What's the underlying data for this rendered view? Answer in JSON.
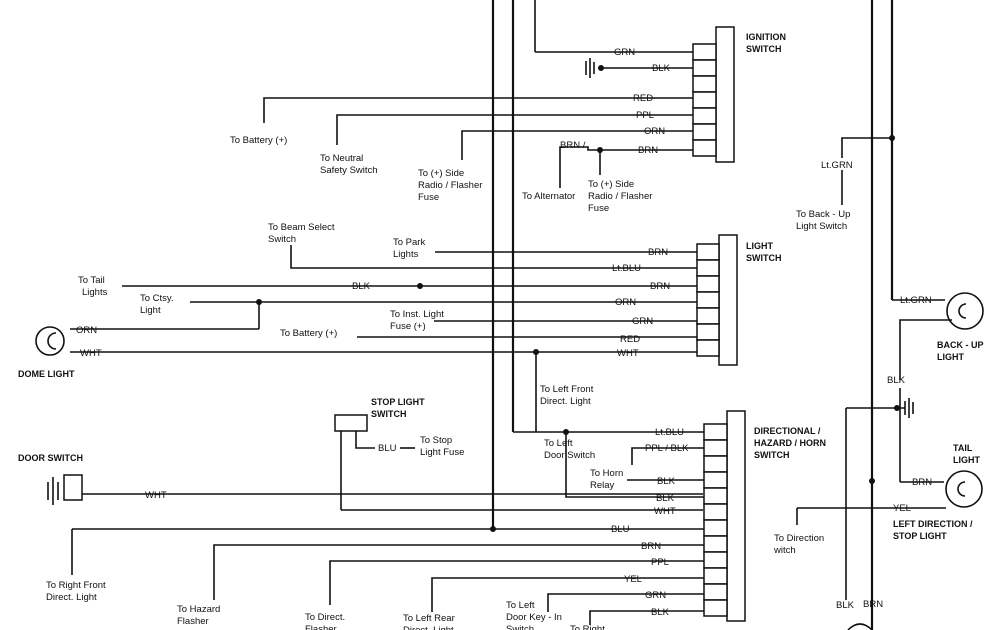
{
  "components": {
    "ignition_switch": "IGNITION\nSWITCH",
    "light_switch": "LIGHT\nSWITCH",
    "dome_light": "DOME LIGHT",
    "stop_light_switch": "STOP LIGHT\nSWITCH",
    "door_switch": "DOOR SWITCH",
    "directional_switch": "DIRECTIONAL /\nHAZARD / HORN\nSWITCH",
    "back_up_light": "BACK - UP\nLIGHT",
    "tail_light": "TAIL\nLIGHT",
    "left_direction_stop": "LEFT DIRECTION /\nSTOP LIGHT"
  },
  "wires": {
    "grn": "GRN",
    "blk": "BLK",
    "red": "RED",
    "ppl": "PPL",
    "orn": "ORN",
    "brn": "BRN",
    "brn_wht": "BRN /\nWHT",
    "ltblu": "Lt.BLU",
    "wht": "WHT",
    "blu": "BLU",
    "ppl_blk": "PPL / BLK",
    "yel": "YEL",
    "ltgrn": "Lt.GRN"
  },
  "labels": {
    "to_battery_1": "To Battery (+)",
    "to_neutral_safety": "To Neutral\nSafety Switch",
    "to_side_radio_1": "To (+) Side\nRadio / Flasher\nFuse",
    "to_alternator": "To Alternator",
    "to_side_radio_2": "To (+) Side\nRadio / Flasher\nFuse",
    "to_beam_select": "To Beam Select\nSwitch",
    "to_park_lights": "To Park\nLights",
    "to_tail_lights": "To Tail\nLights",
    "to_ctsy_light": "To Ctsy.\nLight",
    "to_inst_light_fuse": "To Inst. Light\nFuse (+)",
    "to_battery_2": "To Battery (+)",
    "to_left_front_direct": "To Left Front\nDirect. Light",
    "to_left_door_switch": "To Left\nDoor Switch",
    "to_horn_relay": "To Horn\nRelay",
    "to_stop_light_fuse": "To Stop\nLight Fuse",
    "to_right_front_direct": "To Right Front\nDirect. Light",
    "to_hazard_flasher": "To Hazard\nFlasher",
    "to_direct_flasher": "To Direct.\nFlasher",
    "to_left_rear_direct": "To Left Rear\nDirect. Light",
    "to_left_door_key": "To Left\nDoor Key - In\nSwitch",
    "to_right": "To Right",
    "to_back_up_switch": "To Back - Up\nLight Switch",
    "to_direction_switch": "To Direction\nwitch"
  },
  "bottom_right": {
    "blk": "BLK",
    "brn": "BRN"
  }
}
